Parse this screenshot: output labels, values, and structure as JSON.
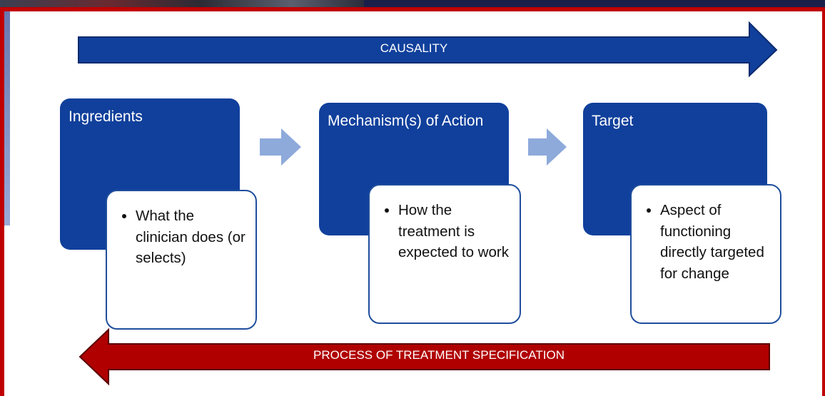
{
  "arrows": {
    "top_label": "CAUSALITY",
    "bottom_label": "PROCESS OF TREATMENT SPECIFICATION"
  },
  "nodes": [
    {
      "title": "Ingredients",
      "detail": "What the clinician does (or selects)"
    },
    {
      "title": "Mechanism(s) of Action",
      "detail": "How the treatment is expected to work"
    },
    {
      "title": "Target",
      "detail": "Aspect of functioning directly targeted for change"
    }
  ],
  "colors": {
    "frame": "#c00000",
    "top_arrow": "#10409c",
    "bottom_arrow": "#b00000",
    "box": "#10409c",
    "connector": "#8eaadb"
  }
}
